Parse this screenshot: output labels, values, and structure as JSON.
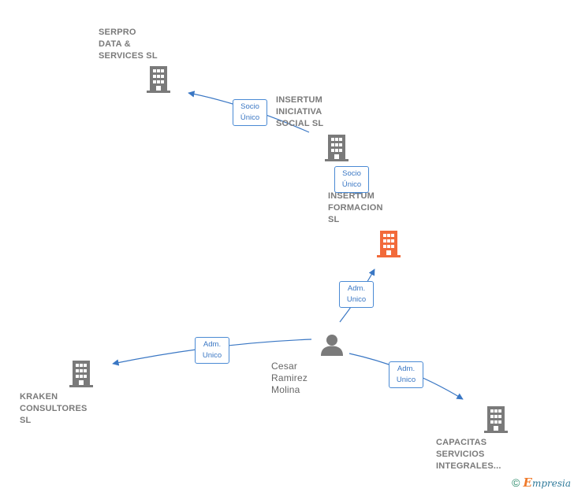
{
  "nodes": {
    "serpro": {
      "label": "SERPRO\nDATA &\nSERVICES  SL",
      "icon": "building-icon",
      "color": "#7a7a7a"
    },
    "iniciativa": {
      "label": "INSERTUM\nINICIATIVA\nSOCIAL  SL",
      "icon": "building-icon",
      "color": "#7a7a7a"
    },
    "formacion": {
      "label": "INSERTUM\nFORMACION\nSL",
      "icon": "building-icon",
      "color": "#f26a3a"
    },
    "kraken": {
      "label": "KRAKEN\nCONSULTORES\nSL",
      "icon": "building-icon",
      "color": "#7a7a7a"
    },
    "capacitas": {
      "label": "CAPACITAS\nSERVICIOS\nINTEGRALES...",
      "icon": "building-icon",
      "color": "#7a7a7a"
    },
    "cesar": {
      "label": "Cesar\nRamirez\nMolina",
      "icon": "person-icon",
      "color": "#7a7a7a"
    }
  },
  "edges": {
    "iniciativa_serpro": {
      "label": "Socio\nÚnico"
    },
    "iniciativa_formacion": {
      "label": "Socio\nÚnico"
    },
    "cesar_formacion": {
      "label": "Adm.\nUnico"
    },
    "cesar_kraken": {
      "label": "Adm.\nUnico"
    },
    "cesar_capacitas": {
      "label": "Adm.\nUnico"
    }
  },
  "colors": {
    "edge": "#3a77c4",
    "badge_border": "#4a8ad4"
  },
  "footer": {
    "copyright": "©",
    "brand_initial": "E",
    "brand_rest": "mpresia"
  }
}
